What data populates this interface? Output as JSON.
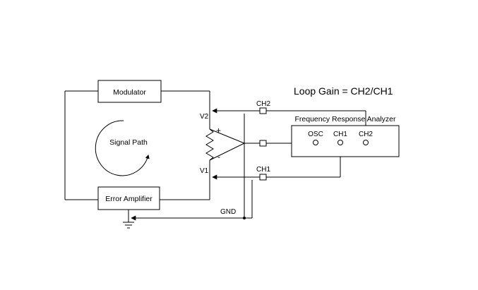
{
  "title": "Loop Gain = CH2/CH1",
  "blocks": {
    "modulator": "Modulator",
    "error_amplifier": "Error Amplifier",
    "fra": "Frequency Response Analyzer"
  },
  "labels": {
    "signal_path": "Signal Path",
    "v2": "V2",
    "v1": "V1",
    "plus": "+",
    "minus": "-",
    "gnd": "GND",
    "probe_ch2": "CH2",
    "probe_ch1": "CH1"
  },
  "fra_ports": {
    "osc": "OSC",
    "ch1": "CH1",
    "ch2": "CH2"
  }
}
